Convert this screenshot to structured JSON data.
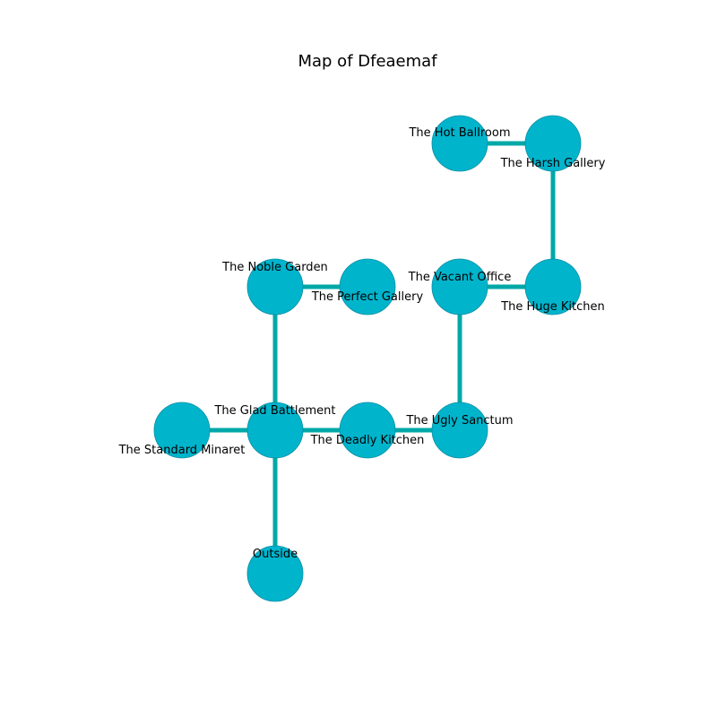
{
  "title": "Map of Dfeaemaf",
  "colors": {
    "node_fill": "#00b4cc",
    "node_stroke": "#0a8fa3",
    "edge": "#00a8a8",
    "text": "#000000",
    "background": "#ffffff"
  },
  "rooms": [
    {
      "id": "hot-ballroom",
      "name": "The Hot Ballroom"
    },
    {
      "id": "harsh-gallery",
      "name": "The Harsh Gallery"
    },
    {
      "id": "noble-garden",
      "name": "The Noble Garden"
    },
    {
      "id": "perfect-gallery",
      "name": "The Perfect Gallery"
    },
    {
      "id": "vacant-office",
      "name": "The Vacant Office"
    },
    {
      "id": "huge-kitchen",
      "name": "The Huge Kitchen"
    },
    {
      "id": "standard-minaret",
      "name": "The Standard Minaret"
    },
    {
      "id": "glad-battlement",
      "name": "The Glad Battlement"
    },
    {
      "id": "deadly-kitchen",
      "name": "The Deadly Kitchen"
    },
    {
      "id": "ugly-sanctum",
      "name": "The Ugly Sanctum"
    },
    {
      "id": "outside",
      "name": "Outside"
    }
  ],
  "connections": [
    [
      "hot-ballroom",
      "harsh-gallery"
    ],
    [
      "harsh-gallery",
      "huge-kitchen"
    ],
    [
      "vacant-office",
      "huge-kitchen"
    ],
    [
      "vacant-office",
      "ugly-sanctum"
    ],
    [
      "noble-garden",
      "perfect-gallery"
    ],
    [
      "noble-garden",
      "glad-battlement"
    ],
    [
      "standard-minaret",
      "glad-battlement"
    ],
    [
      "glad-battlement",
      "deadly-kitchen"
    ],
    [
      "deadly-kitchen",
      "ugly-sanctum"
    ],
    [
      "glad-battlement",
      "outside"
    ]
  ]
}
